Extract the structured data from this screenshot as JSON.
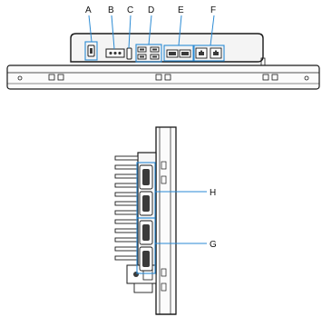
{
  "callouts": {
    "top": [
      {
        "id": "A",
        "label": "A"
      },
      {
        "id": "B",
        "label": "B"
      },
      {
        "id": "C",
        "label": "C"
      },
      {
        "id": "D",
        "label": "D"
      },
      {
        "id": "E",
        "label": "E"
      },
      {
        "id": "F",
        "label": "F"
      }
    ],
    "side": [
      {
        "id": "H",
        "label": "H"
      },
      {
        "id": "G",
        "label": "G"
      }
    ]
  },
  "colors": {
    "outline": "#1a1a1a",
    "callout_box": "#2a8ad4",
    "port_fill": "#3a3a3a",
    "background": "#ffffff"
  }
}
